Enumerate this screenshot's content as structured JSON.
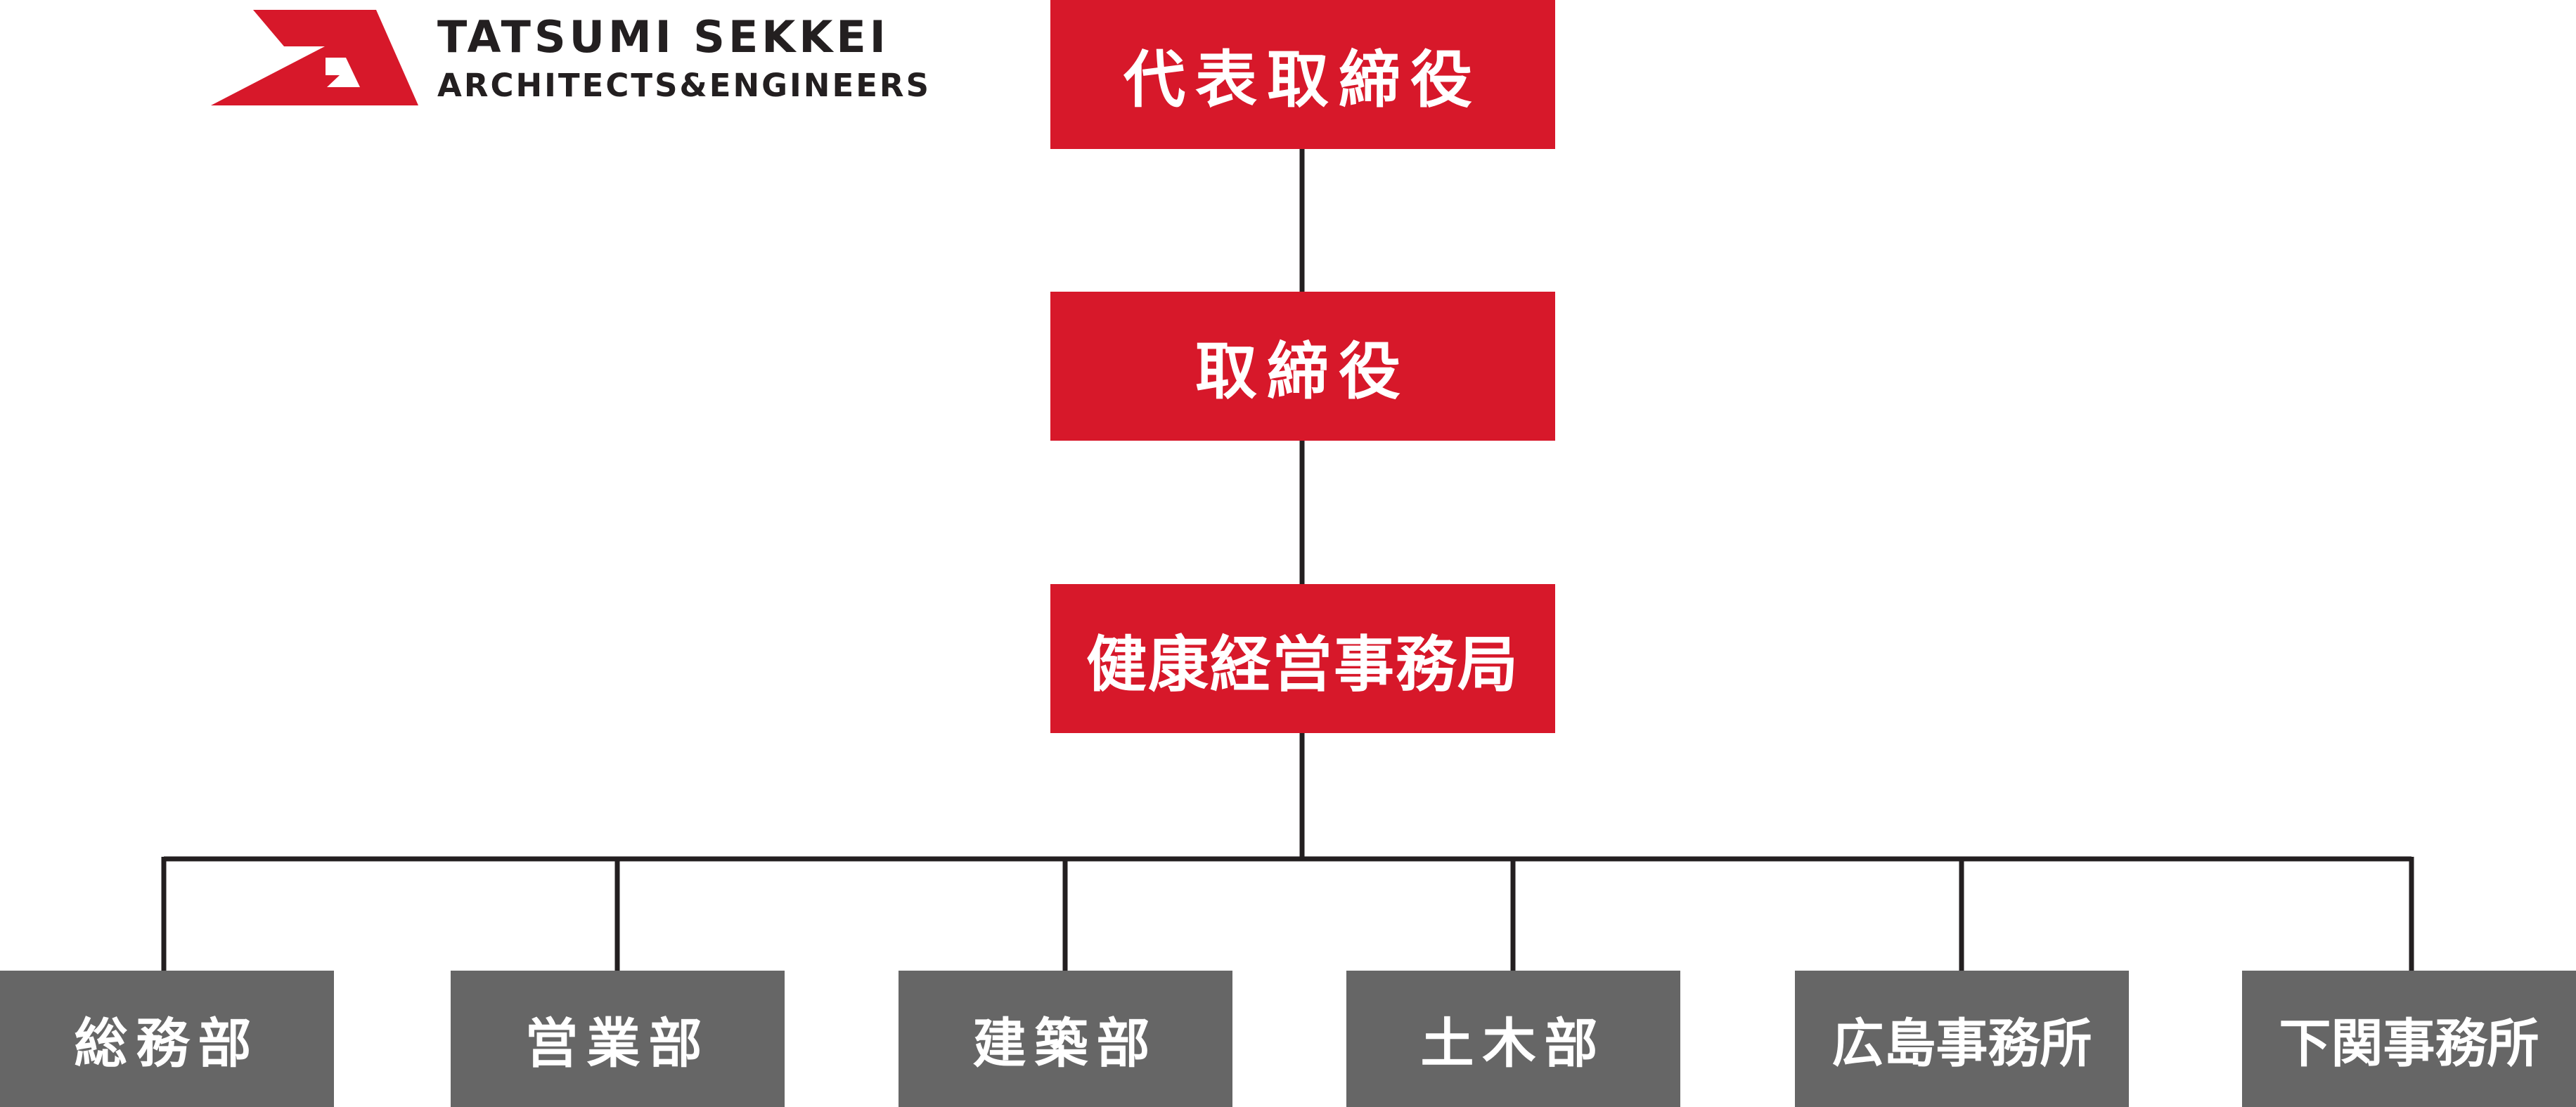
{
  "logo": {
    "title": "TATSUMI SEKKEI",
    "subtitle": "ARCHITECTS&ENGINEERS"
  },
  "colors": {
    "brand_red": "#d7182a",
    "department_gray": "#666666",
    "line": "#231f20"
  },
  "chain": [
    {
      "label": "代表取締役"
    },
    {
      "label": "取締役"
    },
    {
      "label": "健康経営事務局"
    }
  ],
  "departments": [
    {
      "label": "総務部"
    },
    {
      "label": "営業部"
    },
    {
      "label": "建築部"
    },
    {
      "label": "土木部"
    },
    {
      "label": "広島事務所"
    },
    {
      "label": "下関事務所"
    }
  ]
}
